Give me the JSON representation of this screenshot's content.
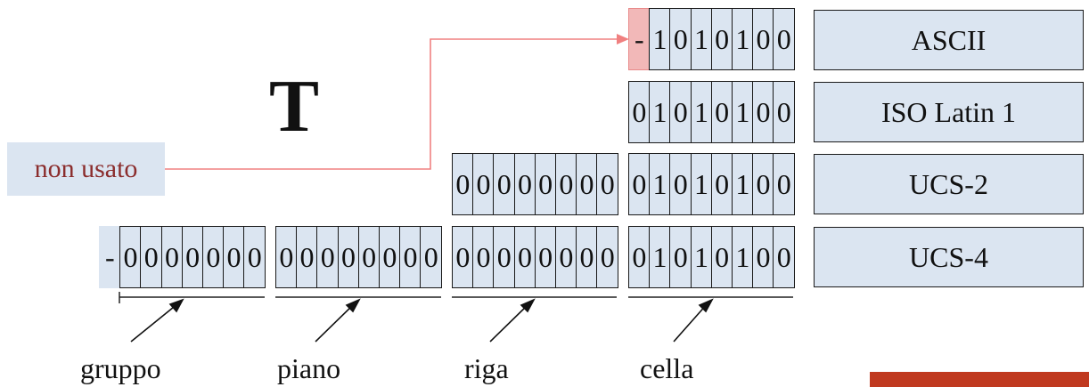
{
  "title_char": "T",
  "unused_label": "non usato",
  "encodings": [
    {
      "name": "ASCII",
      "bytes": [
        [
          "-",
          "1",
          "0",
          "1",
          "0",
          "1",
          "0",
          "0"
        ]
      ]
    },
    {
      "name": "ISO Latin 1",
      "bytes": [
        [
          "0",
          "1",
          "0",
          "1",
          "0",
          "1",
          "0",
          "0"
        ]
      ]
    },
    {
      "name": "UCS-2",
      "bytes": [
        [
          "0",
          "0",
          "0",
          "0",
          "0",
          "0",
          "0",
          "0"
        ],
        [
          "0",
          "1",
          "0",
          "1",
          "0",
          "1",
          "0",
          "0"
        ]
      ]
    },
    {
      "name": "UCS-4",
      "bytes": [
        [
          "-",
          "0",
          "0",
          "0",
          "0",
          "0",
          "0",
          "0"
        ],
        [
          "0",
          "0",
          "0",
          "0",
          "0",
          "0",
          "0",
          "0"
        ],
        [
          "0",
          "0",
          "0",
          "0",
          "0",
          "0",
          "0",
          "0"
        ],
        [
          "0",
          "1",
          "0",
          "1",
          "0",
          "1",
          "0",
          "0"
        ]
      ]
    }
  ],
  "byte_labels": [
    "gruppo",
    "piano",
    "riga",
    "cella"
  ],
  "colors": {
    "cell_fill": "#dbe5f1",
    "unused_fill": "#f2b8b8",
    "unused_text": "#8b2d2d",
    "arrow_pink": "#f08080",
    "logo": "#c0391f"
  }
}
